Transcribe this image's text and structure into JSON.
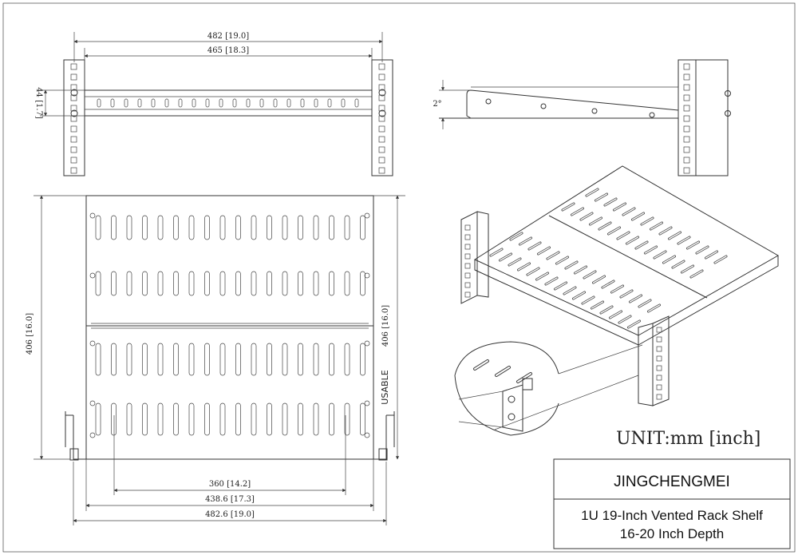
{
  "front_view": {
    "dim_overall": "482 [19.0]",
    "dim_inner": "465 [18.3]",
    "dim_height": "44 [1.7]"
  },
  "side_view": {
    "tilt_angle": "2°"
  },
  "top_view": {
    "dim_depth_left": "406 [16.0]",
    "dim_depth_right": "406 [16.0]",
    "usable_label": "USABLE",
    "dim_slot_span": "360 [14.2]",
    "dim_tray_width": "438.6 [17.3]",
    "dim_overall_width": "482.6 [19.0]"
  },
  "unit_label": "UNIT:mm [inch]",
  "title_block": {
    "brand": "JINGCHENGMEI",
    "product_line1": "1U 19-Inch Vented Rack Shelf",
    "product_line2": "16-20 Inch Depth"
  }
}
